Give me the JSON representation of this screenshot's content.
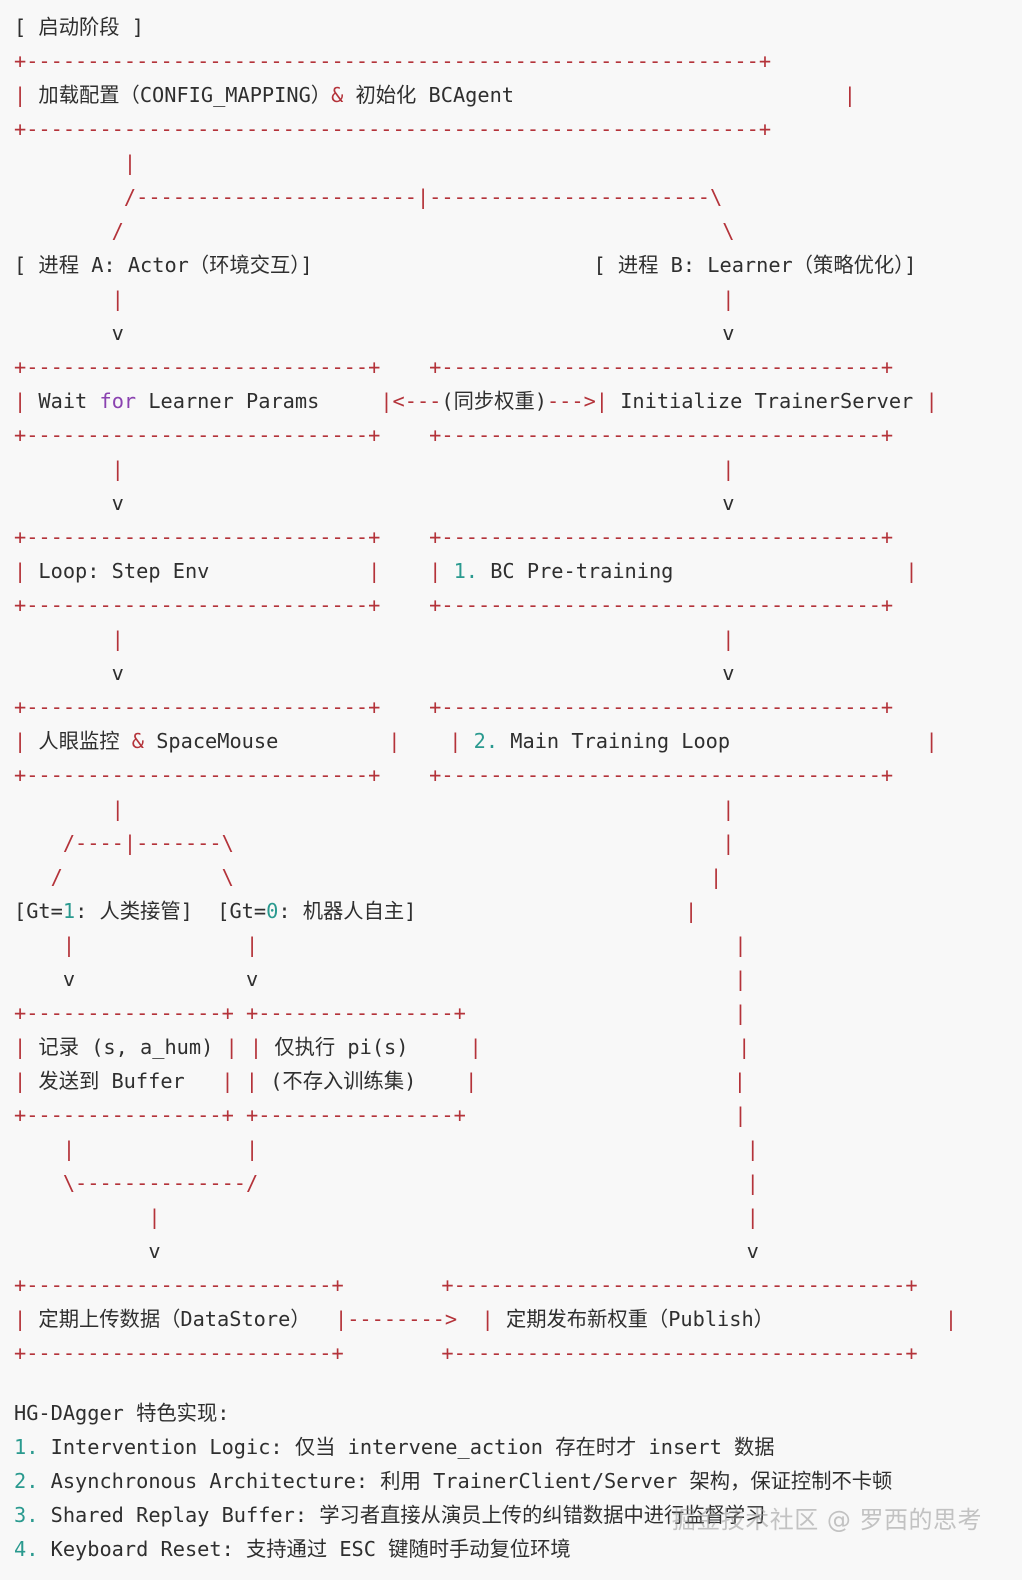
{
  "colors": {
    "red": "#b4333a",
    "dark": "#2f2f2f",
    "teal": "#2a9a8f",
    "blue": "#2d4dbe",
    "purple": "#8a42b0",
    "background": "#f8f8f8"
  },
  "lines": [
    [
      [
        "d",
        "[ 启动阶段 ]"
      ]
    ],
    [
      [
        "r",
        "+------------------------------------------------------------+"
      ]
    ],
    [
      [
        "r",
        "| "
      ],
      [
        "d",
        "加载配置（CONFIG_MAPPING）"
      ],
      [
        "r",
        "& "
      ],
      [
        "d",
        "初始化 BCAgent"
      ],
      [
        "r",
        "                           |"
      ]
    ],
    [
      [
        "r",
        "+------------------------------------------------------------+"
      ]
    ],
    [
      [
        "r",
        "         |"
      ]
    ],
    [
      [
        "r",
        "         /-----------------------|-----------------------\\"
      ]
    ],
    [
      [
        "r",
        "        /                                                 \\"
      ]
    ],
    [
      [
        "d",
        "[ 进程 A: Actor（环境交互）]                       [ 进程 B: Learner（策略优化）]"
      ]
    ],
    [
      [
        "r",
        "        |                                                 |"
      ]
    ],
    [
      [
        "d",
        "        v                                                 v"
      ]
    ],
    [
      [
        "r",
        "+----------------------------+    +------------------------------------+"
      ]
    ],
    [
      [
        "r",
        "| "
      ],
      [
        "d",
        "Wait "
      ],
      [
        "p",
        "for"
      ],
      [
        "d",
        " Learner Params     "
      ],
      [
        "r",
        "|<---"
      ],
      [
        "d",
        "(同步权重)"
      ],
      [
        "r",
        "--->| "
      ],
      [
        "d",
        "Initialize TrainerServer "
      ],
      [
        "r",
        "|"
      ]
    ],
    [
      [
        "r",
        "+----------------------------+    +------------------------------------+"
      ]
    ],
    [
      [
        "r",
        "        |                                                 |"
      ]
    ],
    [
      [
        "d",
        "        v                                                 v"
      ]
    ],
    [
      [
        "r",
        "+----------------------------+    +------------------------------------+"
      ]
    ],
    [
      [
        "r",
        "| "
      ],
      [
        "d",
        "Loop: Step Env             "
      ],
      [
        "r",
        "|    | "
      ],
      [
        "t",
        "1."
      ],
      [
        "d",
        " BC Pre-training                   "
      ],
      [
        "r",
        "|"
      ]
    ],
    [
      [
        "r",
        "+----------------------------+    +------------------------------------+"
      ]
    ],
    [
      [
        "r",
        "        |                                                 |"
      ]
    ],
    [
      [
        "d",
        "        v                                                 v"
      ]
    ],
    [
      [
        "r",
        "+----------------------------+    +------------------------------------+"
      ]
    ],
    [
      [
        "r",
        "| "
      ],
      [
        "d",
        "人眼监控 "
      ],
      [
        "r",
        "& "
      ],
      [
        "d",
        "SpaceMouse         "
      ],
      [
        "r",
        "|    | "
      ],
      [
        "t",
        "2."
      ],
      [
        "d",
        " Main Training Loop                "
      ],
      [
        "r",
        "|"
      ]
    ],
    [
      [
        "r",
        "+----------------------------+    +------------------------------------+"
      ]
    ],
    [
      [
        "r",
        "        |                                                 |"
      ]
    ],
    [
      [
        "r",
        "    /----|-------\\                                        |"
      ]
    ],
    [
      [
        "r",
        "   /             \\                                       |"
      ]
    ],
    [
      [
        "d",
        "[Gt="
      ],
      [
        "t",
        "1"
      ],
      [
        "d",
        ": 人类接管]  [Gt="
      ],
      [
        "t",
        "0"
      ],
      [
        "d",
        ": 机器人自主]                      "
      ],
      [
        "r",
        "|"
      ]
    ],
    [
      [
        "r",
        "    |              |                                       |"
      ]
    ],
    [
      [
        "d",
        "    v              v                                       "
      ],
      [
        "r",
        "|"
      ]
    ],
    [
      [
        "r",
        "+----------------+ +----------------+                      |"
      ]
    ],
    [
      [
        "r",
        "| "
      ],
      [
        "d",
        "记录 (s, a_hum) "
      ],
      [
        "r",
        "| | "
      ],
      [
        "d",
        "仅执行 pi(s)     "
      ],
      [
        "r",
        "|                     |"
      ]
    ],
    [
      [
        "r",
        "| "
      ],
      [
        "d",
        "发送到 Buffer   "
      ],
      [
        "r",
        "| | "
      ],
      [
        "d",
        "(不存入训练集)    "
      ],
      [
        "r",
        "|                     |"
      ]
    ],
    [
      [
        "r",
        "+----------------+ +----------------+                      |"
      ]
    ],
    [
      [
        "r",
        "    |              |                                        |"
      ]
    ],
    [
      [
        "r",
        "    \\--------------/                                        |"
      ]
    ],
    [
      [
        "r",
        "           |                                                |"
      ]
    ],
    [
      [
        "d",
        "           v                                                v"
      ]
    ],
    [
      [
        "r",
        "+-------------------------+        +-------------------------------------+"
      ]
    ],
    [
      [
        "r",
        "| "
      ],
      [
        "d",
        "定期上传数据（DataStore）  "
      ],
      [
        "r",
        "|-------->  | "
      ],
      [
        "d",
        "定期发布新权重（Publish）              "
      ],
      [
        "r",
        "|"
      ]
    ],
    [
      [
        "r",
        "+-------------------------+        +-------------------------------------+"
      ]
    ],
    [
      [
        "d",
        " "
      ]
    ],
    [
      [
        "d",
        "HG-DAgger 特色实现:"
      ]
    ],
    [
      [
        "t",
        "1."
      ],
      [
        "d",
        " Intervention Logic: 仅当 intervene_action 存在时才 insert 数据"
      ]
    ],
    [
      [
        "t",
        "2."
      ],
      [
        "d",
        " Asynchronous Architecture: 利用 TrainerClient/Server 架构，保证控制不卡顿"
      ]
    ],
    [
      [
        "t",
        "3."
      ],
      [
        "d",
        " Shared Replay Buffer: 学习者直接从演员上传的纠错数据中进行监督学习"
      ]
    ],
    [
      [
        "t",
        "4."
      ],
      [
        "d",
        " Keyboard Reset: 支持通过 ESC 键随时手动复位环境"
      ]
    ]
  ],
  "watermark": "掘金技术社区 @ 罗西的思考"
}
